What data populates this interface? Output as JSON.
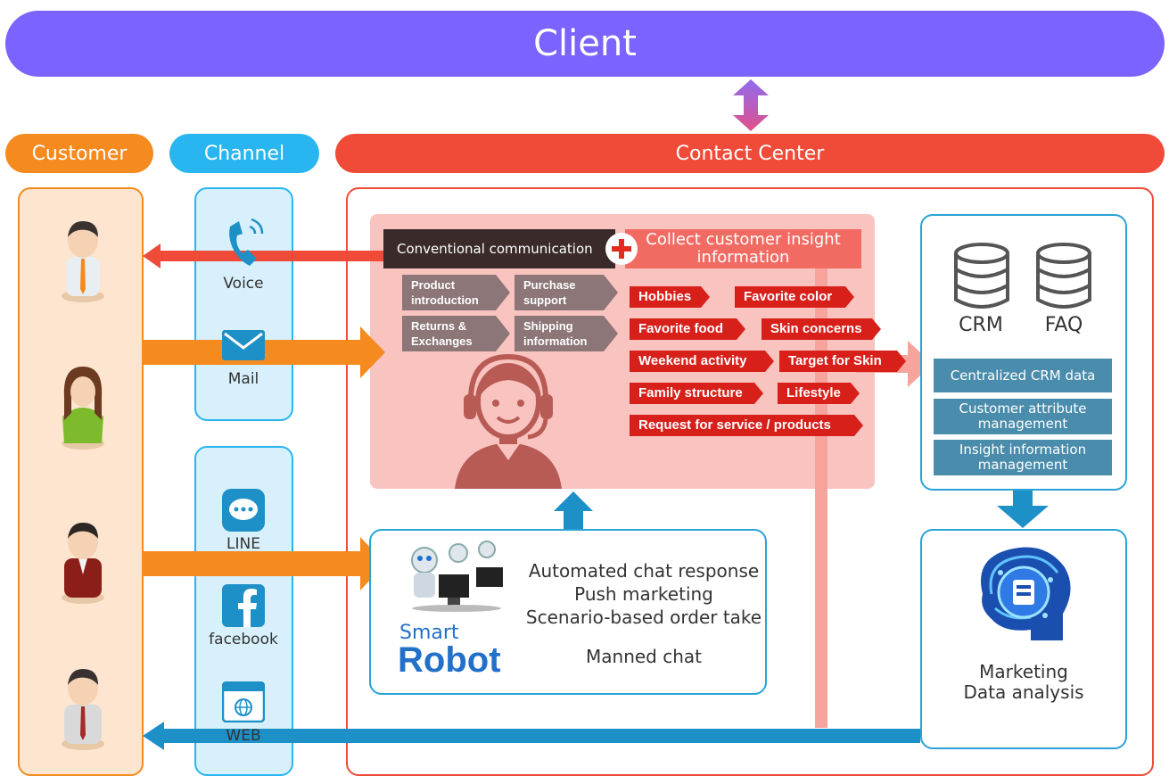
{
  "header": {
    "client": "Client",
    "customer": "Customer",
    "channel": "Channel",
    "contact_center": "Contact Center"
  },
  "channels": {
    "voice": "Voice",
    "mail": "Mail",
    "line": "LINE",
    "facebook": "facebook",
    "web": "WEB"
  },
  "conventional": {
    "label": "Conventional communication",
    "collect": "Collect customer insight information"
  },
  "topics": [
    "Product introduction",
    "Purchase support",
    "Returns & Exchanges",
    "Shipping information"
  ],
  "insights": [
    "Hobbies",
    "Favorite color",
    "Favorite food",
    "Skin concerns",
    "Weekend activity",
    "Target for Skin",
    "Family structure",
    "Lifestyle",
    "Request for service / products"
  ],
  "crm": {
    "crm_label": "CRM",
    "faq_label": "FAQ",
    "items": [
      "Centralized CRM data",
      "Customer attribute management",
      "Insight information management"
    ]
  },
  "robot": {
    "smart": "Smart",
    "brand": "Robot",
    "lines": [
      "Automated chat response",
      "Push marketing",
      "Scenario-based order take"
    ],
    "manned": "Manned chat"
  },
  "analysis": {
    "line1": "Marketing",
    "line2": "Data analysis"
  },
  "colors": {
    "client": "#7b63ff",
    "customer": "#f58a1e",
    "channel": "#29b6f0",
    "contact_center": "#f04a38",
    "tag": "#d8201b",
    "crm_box": "#4a8cab",
    "return_arrow": "#1e90c8"
  }
}
